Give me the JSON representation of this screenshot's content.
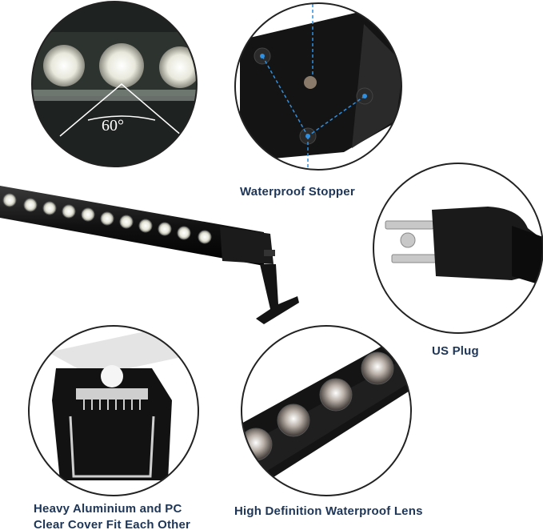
{
  "captions": {
    "stopper": "Waterproof Stopper",
    "plug": "US Plug",
    "aluminium_line1": "Heavy Aluminium and PC",
    "aluminium_line2": "Clear Cover Fit Each Other",
    "lens": "High Definition Waterproof Lens"
  },
  "beam_angle": "60°",
  "colors": {
    "caption_text": "#1d3557",
    "circle_border": "#222222",
    "accent_blue": "#2f8fe0",
    "fixture_black": "#151515",
    "led_white": "#f2f2ea"
  }
}
